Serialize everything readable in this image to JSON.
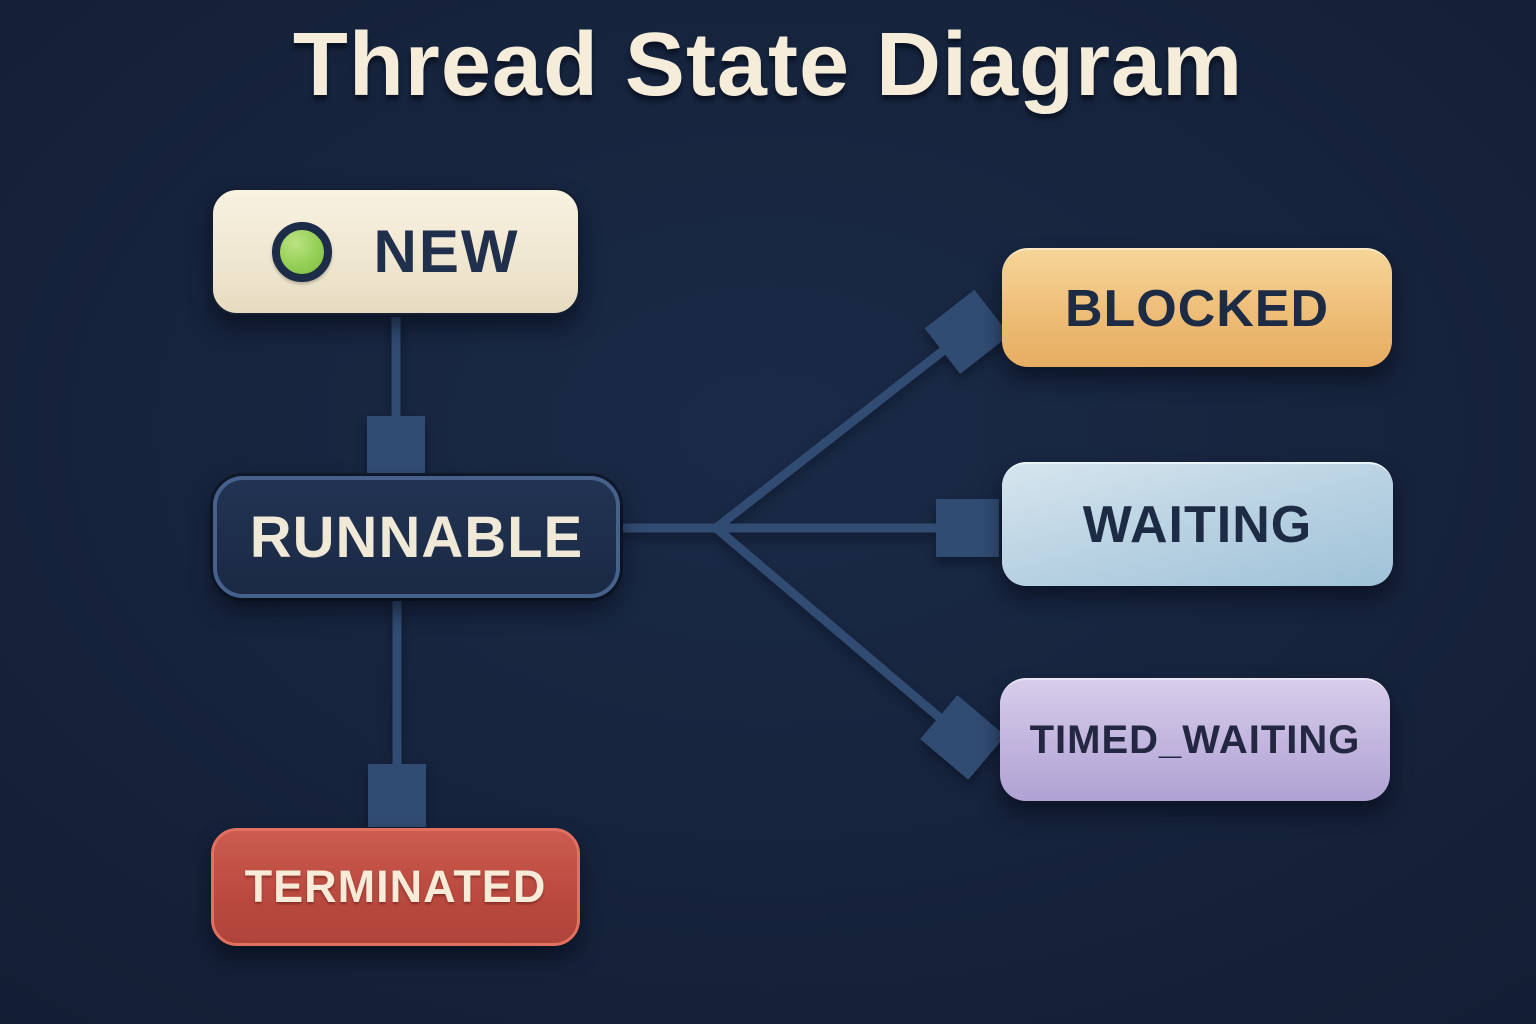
{
  "title": "Thread State Diagram",
  "nodes": {
    "new": {
      "label": "NEW",
      "bg": "#f4ecd8",
      "text_color": "#20304c",
      "indicator": "green-dot",
      "indicator_color": "#94cf55"
    },
    "runnable": {
      "label": "RUNNABLE",
      "bg": "#1d2d4b",
      "text_color": "#f0e9d8",
      "border": "#46618c"
    },
    "terminated": {
      "label": "TERMINATED",
      "bg": "#bb4a40",
      "text_color": "#f8ecd9",
      "border": "#e1705f"
    },
    "blocked": {
      "label": "BLOCKED",
      "bg": "#eebd77",
      "text_color": "#1d2b45"
    },
    "waiting": {
      "label": "WAITING",
      "bg": "#b9d2e2",
      "text_color": "#1d2b45"
    },
    "timed_waiting": {
      "label": "TIMED_WAITING",
      "bg": "#c1b4de",
      "text_color": "#232741"
    }
  },
  "edges": [
    {
      "from": "NEW",
      "to": "RUNNABLE"
    },
    {
      "from": "RUNNABLE",
      "to": "TERMINATED"
    },
    {
      "from": "RUNNABLE",
      "to": "BLOCKED"
    },
    {
      "from": "RUNNABLE",
      "to": "WAITING"
    },
    {
      "from": "RUNNABLE",
      "to": "TIMED_WAITING"
    }
  ],
  "colors": {
    "background": "#16233c",
    "arrow": "#314c72",
    "title_text": "#f5edda"
  }
}
